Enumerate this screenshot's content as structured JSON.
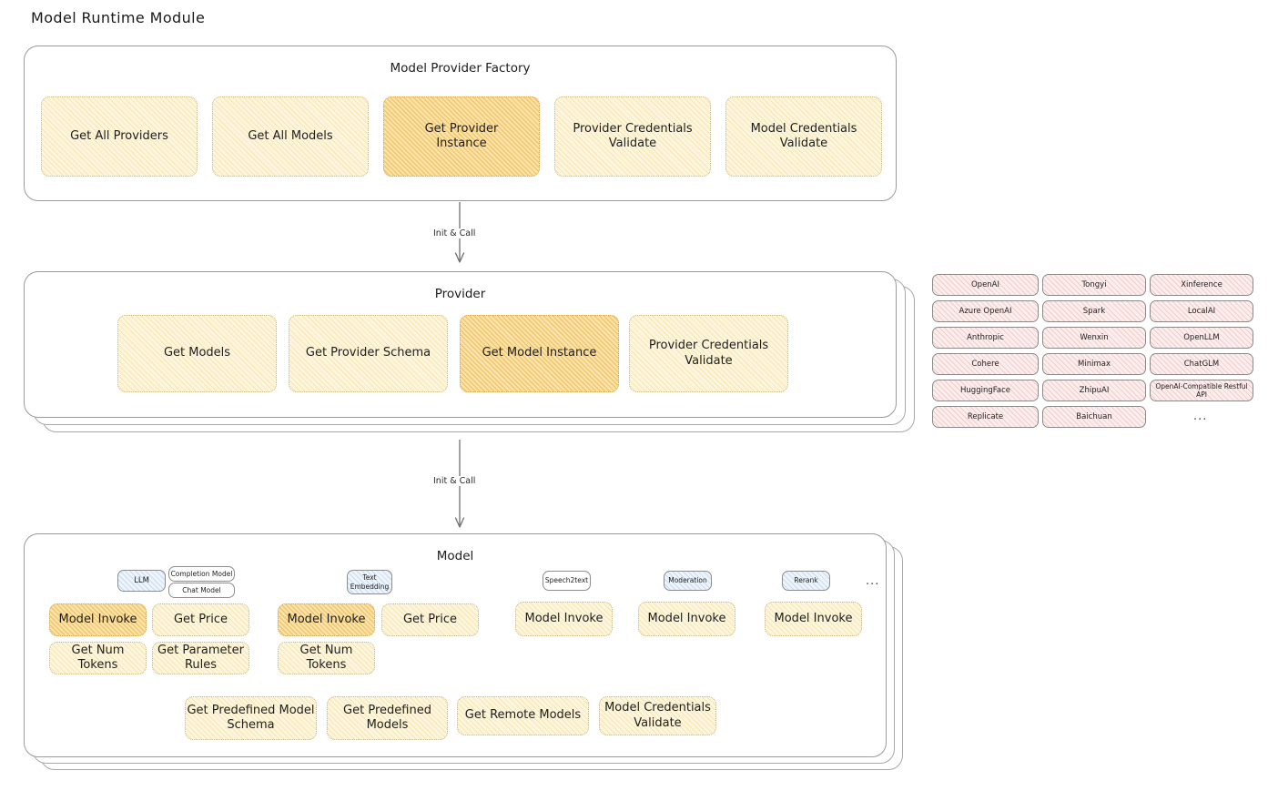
{
  "page": {
    "title": "Model Runtime Module"
  },
  "connectors": [
    {
      "label": "Init & Call"
    },
    {
      "label": "Init & Call"
    }
  ],
  "factory": {
    "title": "Model Provider Factory",
    "nodes": [
      {
        "label": "Get All Providers",
        "style": "yellow"
      },
      {
        "label": "Get All Models",
        "style": "yellow"
      },
      {
        "label": "Get Provider\nInstance",
        "style": "orange"
      },
      {
        "label": "Provider Credentials\nValidate",
        "style": "yellow"
      },
      {
        "label": "Model Credentials\nValidate",
        "style": "yellow"
      }
    ]
  },
  "provider": {
    "title": "Provider",
    "nodes": [
      {
        "label": "Get Models",
        "style": "yellow"
      },
      {
        "label": "Get Provider Schema",
        "style": "yellow"
      },
      {
        "label": "Get Model Instance",
        "style": "orange"
      },
      {
        "label": "Provider Credentials\nValidate",
        "style": "yellow"
      }
    ]
  },
  "provider_list": {
    "columns": [
      {
        "items": [
          "OpenAI",
          "Azure OpenAI",
          "Anthropic",
          "Cohere",
          "HuggingFace",
          "Replicate"
        ]
      },
      {
        "items": [
          "Tongyi",
          "Spark",
          "Wenxin",
          "Minimax",
          "ZhipuAI",
          "Baichuan"
        ]
      },
      {
        "items": [
          "Xinference",
          "LocalAI",
          "OpenLLM",
          "ChatGLM",
          "OpenAI-Compatible Restful API"
        ]
      }
    ],
    "more": "..."
  },
  "model": {
    "title": "Model",
    "more": "...",
    "types": [
      {
        "name": "LLM",
        "style": "blue",
        "subtypes": [
          "Completion Model",
          "Chat Model"
        ],
        "methods": [
          {
            "label": "Model Invoke",
            "style": "orange"
          },
          {
            "label": "Get Price",
            "style": "yellow"
          },
          {
            "label": "Get Num Tokens",
            "style": "yellow"
          },
          {
            "label": "Get Parameter\nRules",
            "style": "yellow"
          }
        ]
      },
      {
        "name": "Text\nEmbedding",
        "style": "blue",
        "subtypes": [],
        "methods": [
          {
            "label": "Model Invoke",
            "style": "orange"
          },
          {
            "label": "Get Price",
            "style": "yellow"
          },
          {
            "label": "Get Num Tokens",
            "style": "yellow"
          }
        ]
      },
      {
        "name": "Speech2text",
        "style": "white",
        "subtypes": [],
        "methods": [
          {
            "label": "Model Invoke",
            "style": "yellow"
          }
        ]
      },
      {
        "name": "Moderation",
        "style": "blue",
        "subtypes": [],
        "methods": [
          {
            "label": "Model Invoke",
            "style": "yellow"
          }
        ]
      },
      {
        "name": "Rerank",
        "style": "blue",
        "subtypes": [],
        "methods": [
          {
            "label": "Model Invoke",
            "style": "yellow"
          }
        ]
      }
    ],
    "shared_methods": [
      {
        "label": "Get Predefined Model\nSchema",
        "style": "yellow"
      },
      {
        "label": "Get Predefined\nModels",
        "style": "yellow"
      },
      {
        "label": "Get Remote Models",
        "style": "yellow"
      },
      {
        "label": "Model Credentials\nValidate",
        "style": "yellow"
      }
    ]
  },
  "colors": {
    "yellow_fill": "#fdf6df",
    "orange_fill": "#fbe3ab",
    "pink_fill": "#fdeeee",
    "blue_fill": "#eef4fb",
    "container_border": "#9a9a9a"
  }
}
